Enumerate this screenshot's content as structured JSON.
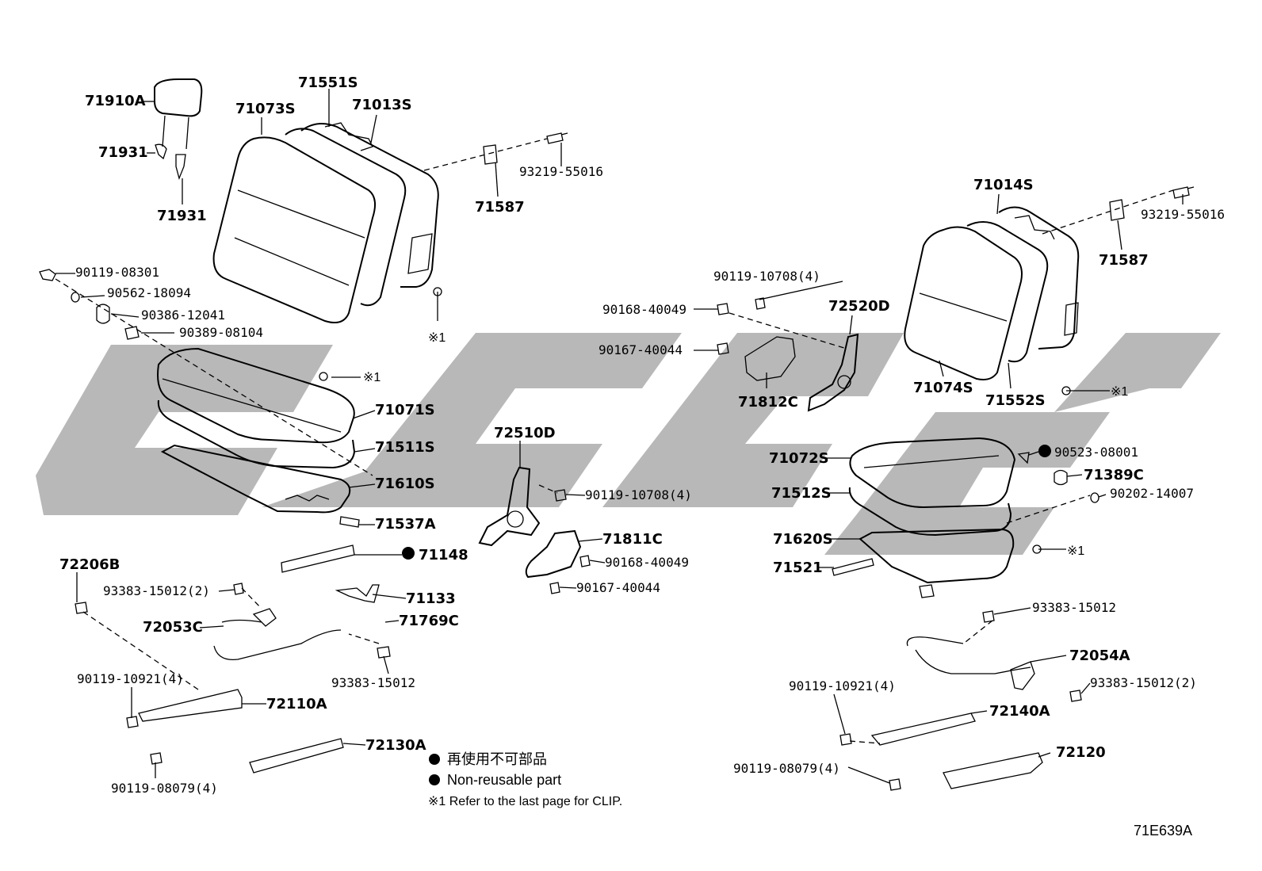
{
  "diagram_id": "71E639A",
  "watermark": "CSCC",
  "clip_note": "※1  Refer to the last page for CLIP.",
  "clip_marker": "※1",
  "legend": {
    "jp": "再使用不可部品",
    "en": "Non-reusable part"
  },
  "parts": {
    "p71910A": "71910A",
    "p71931a": "71931",
    "p71931b": "71931",
    "p71073S": "71073S",
    "p71551S": "71551S",
    "p71013S": "71013S",
    "p93219_55016a": "93219-55016",
    "p71587a": "71587",
    "p90119_08301": "90119-08301",
    "p90562_18094": "90562-18094",
    "p90386_12041": "90386-12041",
    "p90389_08104": "90389-08104",
    "p71071S": "71071S",
    "p71511S": "71511S",
    "p71610S": "71610S",
    "p71537A": "71537A",
    "p71148": "71148",
    "p72206B": "72206B",
    "p93383_15012_2a": "93383-15012(2)",
    "p72053C": "72053C",
    "p71133": "71133",
    "p71769C": "71769C",
    "p93383_15012a": "93383-15012",
    "p90119_10921_4a": "90119-10921(4)",
    "p72110A": "72110A",
    "p72130A": "72130A",
    "p90119_08079_4a": "90119-08079(4)",
    "p72510D": "72510D",
    "p90119_10708_4a": "90119-10708(4)",
    "p71811C": "71811C",
    "p90168_40049a": "90168-40049",
    "p90167_40044a": "90167-40044",
    "p90119_10708_4b": "90119-10708(4)",
    "p90168_40049b": "90168-40049",
    "p90167_40044b": "90167-40044",
    "p72520D": "72520D",
    "p71812C": "71812C",
    "p71014S": "71014S",
    "p93219_55016b": "93219-55016",
    "p71587b": "71587",
    "p71074S": "71074S",
    "p71552S": "71552S",
    "p71072S": "71072S",
    "p71512S": "71512S",
    "p71620S": "71620S",
    "p71521": "71521",
    "p90523_08001": "90523-08001",
    "p71389C": "71389C",
    "p90202_14007": "90202-14007",
    "p93383_15012b": "93383-15012",
    "p72054A": "72054A",
    "p93383_15012_2b": "93383-15012(2)",
    "p90119_10921_4b": "90119-10921(4)",
    "p72140A": "72140A",
    "p90119_08079_4b": "90119-08079(4)",
    "p72120": "72120"
  }
}
